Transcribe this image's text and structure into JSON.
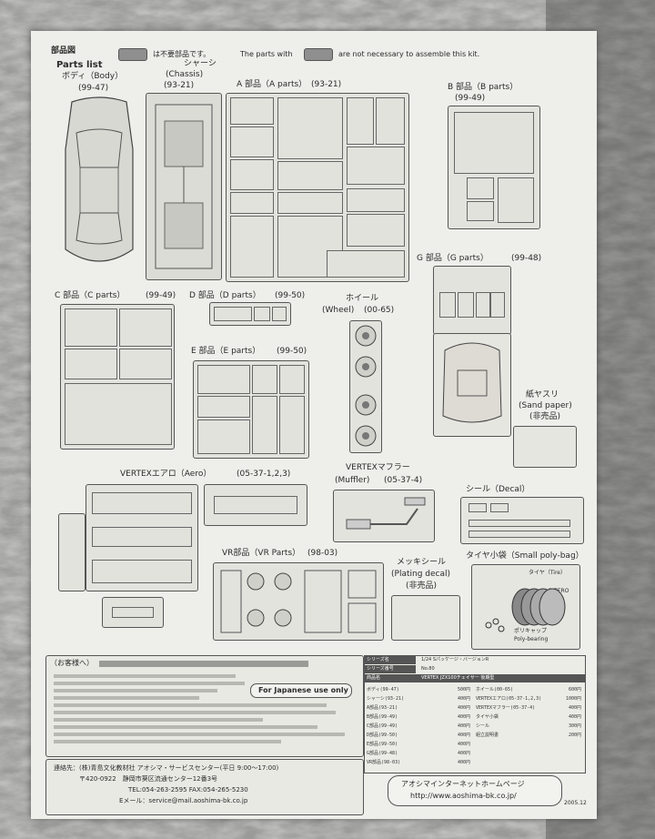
{
  "header": {
    "title_jp": "部品図",
    "title_en": "Parts list",
    "note_jp": "は不要部品です。",
    "note_en_a": "The parts with",
    "note_en_b": "are not necessary to assemble this kit."
  },
  "parts": {
    "body": {
      "name": "ボディ（Body）",
      "code": "(99-47)"
    },
    "chassis": {
      "name_jp": "シャーシ",
      "name_en": "(Chassis)",
      "code": "(93-21)"
    },
    "a": {
      "name": "A 部品（A parts）",
      "code": "(93-21)"
    },
    "b": {
      "name": "B 部品（B parts）",
      "code": "(99-49)"
    },
    "c": {
      "name": "C 部品（C parts）",
      "code": "(99-49)"
    },
    "d": {
      "name": "D 部品（D parts）",
      "code": "(99-50)"
    },
    "wheel": {
      "name_jp": "ホイール",
      "name_en": "(Wheel)",
      "code": "(00-65)"
    },
    "g": {
      "name": "G 部品（G parts）",
      "code": "(99-48)"
    },
    "e": {
      "name": "E 部品（E parts）",
      "code": "(99-50)"
    },
    "sand": {
      "jp": "紙ヤスリ",
      "en": "(Sand paper)",
      "note": "(非売品)"
    },
    "aero": {
      "name": "VERTEXエアロ（Aero）",
      "code": "(05-37-1,2,3)"
    },
    "muffler": {
      "name_jp": "VERTEXマフラー",
      "name_en": "(Muffler)",
      "code": "(05-37-4)"
    },
    "decal": {
      "name": "シール（Decal）"
    },
    "vr": {
      "name": "VR部品（VR Parts）",
      "code": "(98-03)"
    },
    "plating": {
      "jp": "メッキシール",
      "en": "(Plating decal)",
      "note": "(非売品)"
    },
    "polybag": {
      "name": "タイヤ小袋（Small poly-bag）",
      "tire": "タイヤ（Tire）",
      "zero": "P-ZERO",
      "cap": "ポリキャップ",
      "cap_en": "Poly-bearing"
    }
  },
  "footer": {
    "customer": "（お客様へ）",
    "japanese_only": "For Japanese use only",
    "contact_label": "連絡先：",
    "company": "(株)青島文化教材社 アオシマ・サービスセンター(平日 9:00～17:00)",
    "zip": "〒420-0922　静岡市葵区流通センター12番3号",
    "tel": "TEL:054-263-2595 FAX:054-265-5230",
    "email": "Eメール：service@mail.aoshima-bk.co.jp",
    "web_title": "アオシマインターネットホームページ",
    "web_url": "http://www.aoshima-bk.co.jp/",
    "year": "2005.12"
  },
  "price_table": {
    "series_label": "シリーズ名",
    "series_value": "1/24 Sパッケージ・バージョンR",
    "no_label": "シリーズ番号",
    "no_value": "No.80",
    "name_label": "商品名",
    "name_value": "VERTEX JZX100チェイサー 後期型",
    "left": [
      {
        "item": "ボディ(99-47)",
        "price": "500円"
      },
      {
        "item": "シャーシ(93-21)",
        "price": "400円"
      },
      {
        "item": "A部品(93-21)",
        "price": "400円"
      },
      {
        "item": "B部品(99-49)",
        "price": "400円"
      },
      {
        "item": "C部品(99-49)",
        "price": "400円"
      },
      {
        "item": "D部品(99-50)",
        "price": "400円"
      },
      {
        "item": "E部品(99-50)",
        "price": "400円"
      },
      {
        "item": "G部品(99-48)",
        "price": "400円"
      },
      {
        "item": "VR部品(98-03)",
        "price": "400円"
      }
    ],
    "right": [
      {
        "item": "ホイール(00-65)",
        "price": "600円"
      },
      {
        "item": "VERTEXエアロ(05-37-1,2,3)",
        "price": "1000円"
      },
      {
        "item": "VERTEXマフラー(05-37-4)",
        "price": "400円"
      },
      {
        "item": "タイヤ小袋",
        "price": "400円"
      },
      {
        "item": "シール",
        "price": "300円"
      },
      {
        "item": "組立説明書",
        "price": "200円"
      }
    ]
  }
}
